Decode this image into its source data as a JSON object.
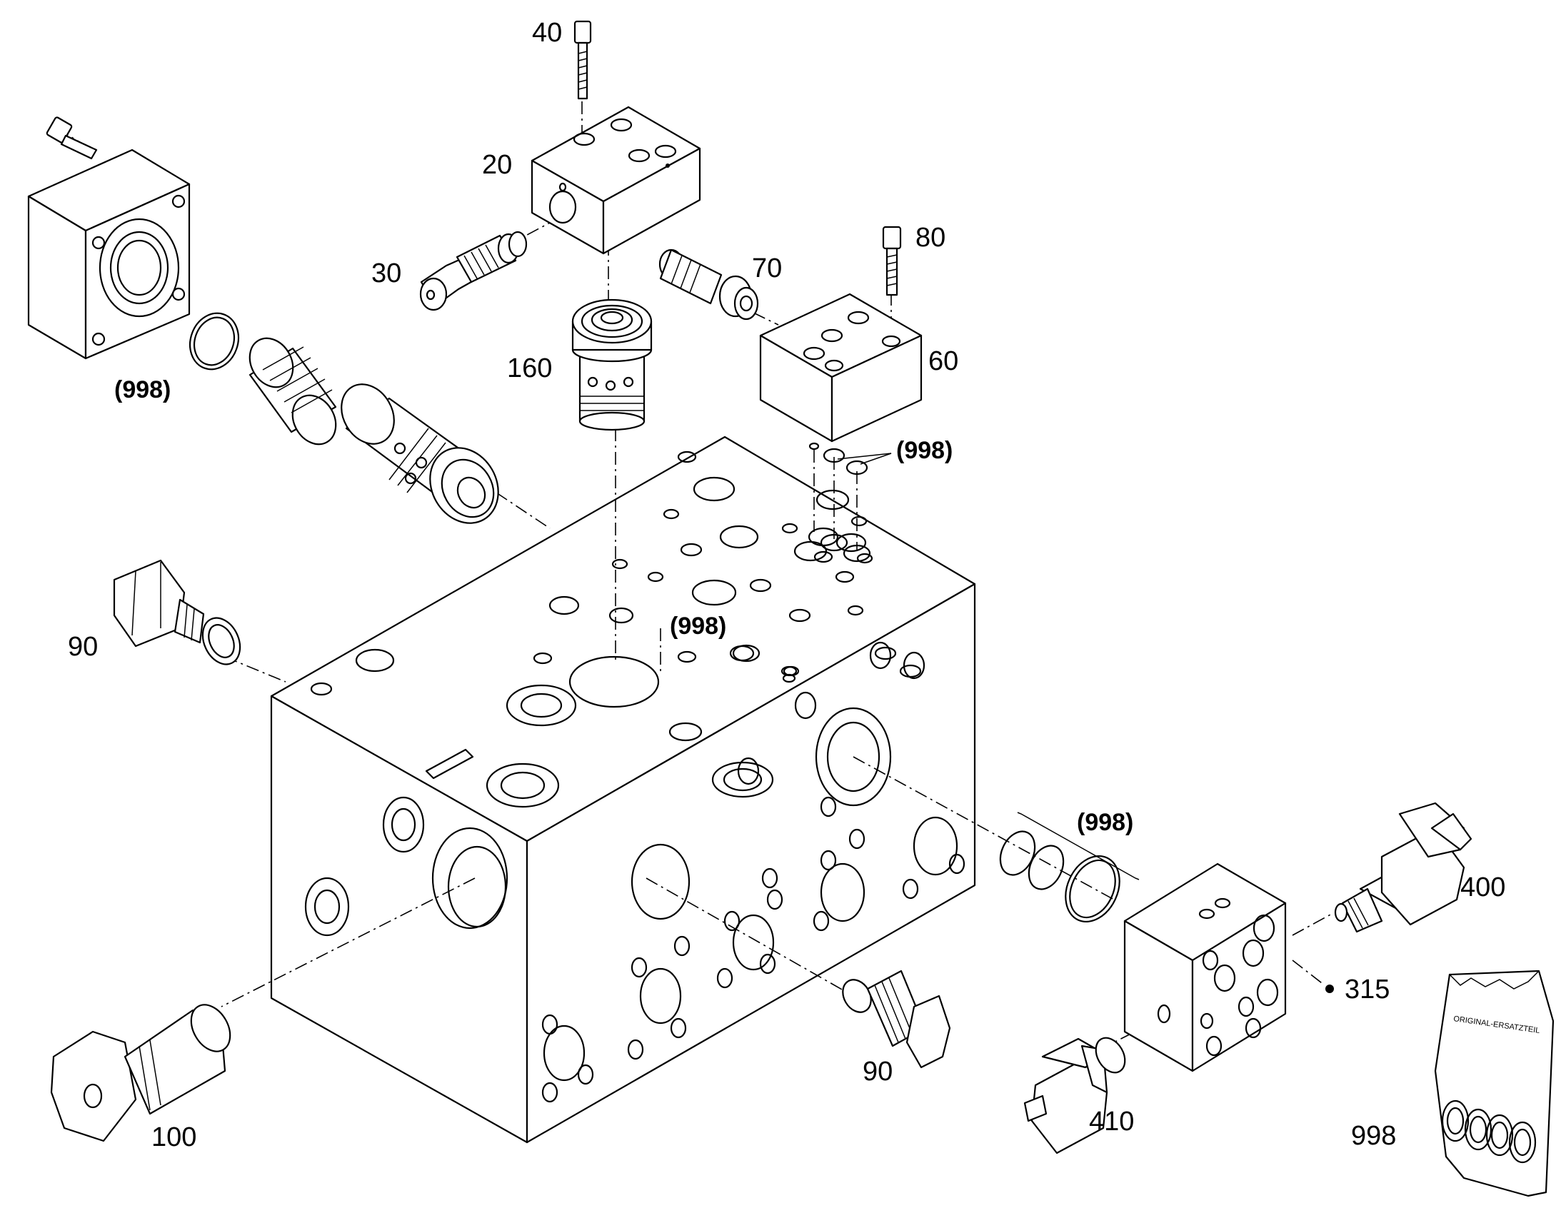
{
  "diagram": {
    "labels": {
      "p40": "40",
      "p20": "20",
      "p30": "30",
      "p80": "80",
      "p70": "70",
      "p60": "60",
      "p160": "160",
      "p998_a": "(998)",
      "p998_b": "(998)",
      "p998_c": "(998)",
      "p998_d": "(998)",
      "p90_a": "90",
      "p90_b": "90",
      "p100": "100",
      "p400": "400",
      "p315": "315",
      "p410": "410",
      "p998_kit": "998"
    },
    "kit_bag_text": "ORIGINAL-ERSATZTEIL"
  }
}
